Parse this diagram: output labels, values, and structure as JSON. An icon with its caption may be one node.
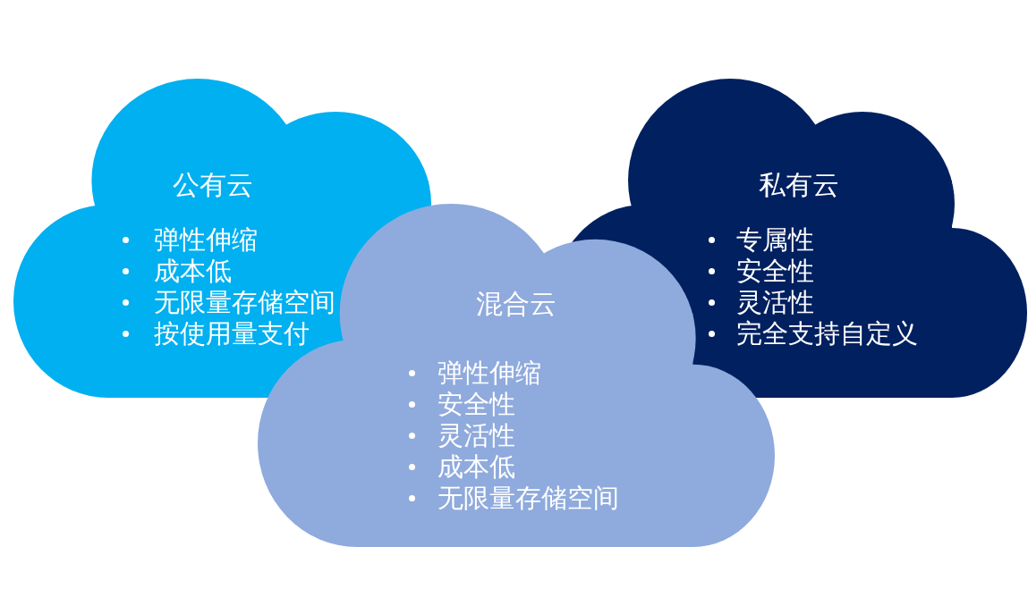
{
  "diagram": {
    "nodes": [
      {
        "text": [
          "公有云",
          "弹性伸缩",
          "成本低",
          "无限量存储空间",
          "按使用量支付"
        ]
      },
      {
        "text": [
          "私有云",
          "专属性",
          "安全性",
          "灵活性",
          "完全支持自定义"
        ]
      },
      {
        "text": [
          "混合云",
          "弹性伸缩",
          "安全性",
          "灵活性",
          "成本低",
          "无限量存储空间"
        ]
      }
    ]
  }
}
